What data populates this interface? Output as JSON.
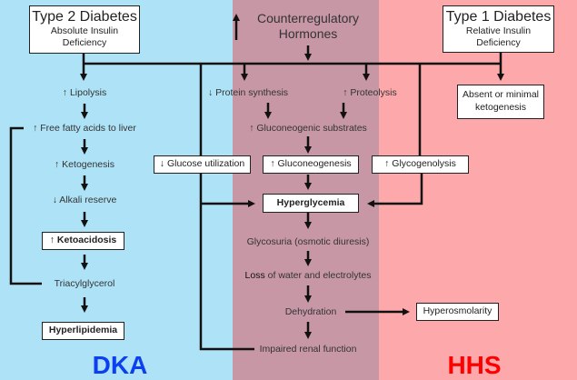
{
  "colors": {
    "dka_band": "#aee3f7",
    "shared_band": "#c797a6",
    "hhs_band": "#fda8ab",
    "dka_label": "#0b3ff0",
    "hhs_label": "#ff0000"
  },
  "headers": {
    "type2": {
      "title": "Type 2 Diabetes",
      "subtitle_line1": "Absolute Insulin",
      "subtitle_line2": "Deficiency"
    },
    "type1": {
      "title": "Type 1 Diabetes",
      "subtitle_line1": "Relative Insulin",
      "subtitle_line2": "Deficiency"
    },
    "hormones": {
      "arrow": "↑",
      "line1": "Counterregulatory",
      "line2": "Hormones"
    }
  },
  "dka_path": {
    "lipolysis": "↑ Lipolysis",
    "ffa": "↑ Free fatty acids to liver",
    "ketogenesis": "↑ Ketogenesis",
    "alkali": "↓ Alkali reserve",
    "ketoacidosis_arrow": "↑",
    "ketoacidosis": "Ketoacidosis",
    "triacylglycerol": "Triacylglycerol",
    "hyperlipidemia": "Hyperlipidemia"
  },
  "central_path": {
    "protein_synthesis": "↓ Protein synthesis",
    "proteolysis": "↑ Proteolysis",
    "substrates": "↑ Gluconeogenic substrates",
    "glucose_utilization": "↓ Glucose utilization",
    "gluconeogenesis": "↑ Gluconeogenesis",
    "glycogenolysis": "↑ Glycogenolysis",
    "hyperglycemia": "Hyperglycemia",
    "glycosuria": "Glycosuria (osmotic diuresis)",
    "loss_bold": "Loss",
    "loss_rest": " of water and electrolytes",
    "dehydration": "Dehydration",
    "renal": "Impaired renal function"
  },
  "hhs_path": {
    "absent_line1": "Absent or minimal",
    "absent_line2": "ketogenesis",
    "hyperosmolarity": "Hyperosmolarity"
  },
  "labels": {
    "dka": "DKA",
    "hhs": "HHS"
  }
}
